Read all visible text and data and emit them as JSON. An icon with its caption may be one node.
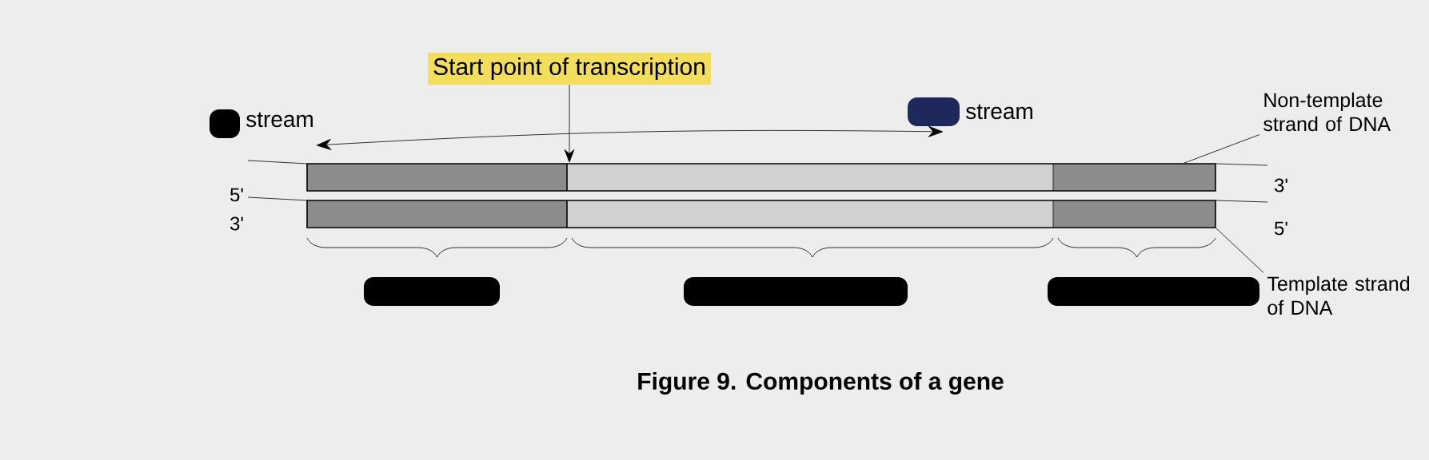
{
  "diagram": {
    "caption": "Figure 9. Components of a gene",
    "nodes": [
      {
        "text": [
          "Start point of transcription"
        ]
      },
      {
        "text": [
          "Non-template strand of DNA"
        ]
      },
      {
        "text": [
          "Template strand of DNA"
        ]
      },
      {
        "text": [],
        "shape": "bar"
      },
      {
        "text": [],
        "shape": "bar"
      }
    ],
    "edges": [
      {
        "from": 0,
        "to": 3,
        "arrow": "to"
      },
      {
        "from": 1,
        "to": 3,
        "arrow": "none"
      },
      {
        "from": 2,
        "to": 4,
        "arrow": "none"
      }
    ],
    "labels": [
      "stream",
      "stream",
      "5'",
      "3'",
      "3'",
      "5'"
    ]
  }
}
